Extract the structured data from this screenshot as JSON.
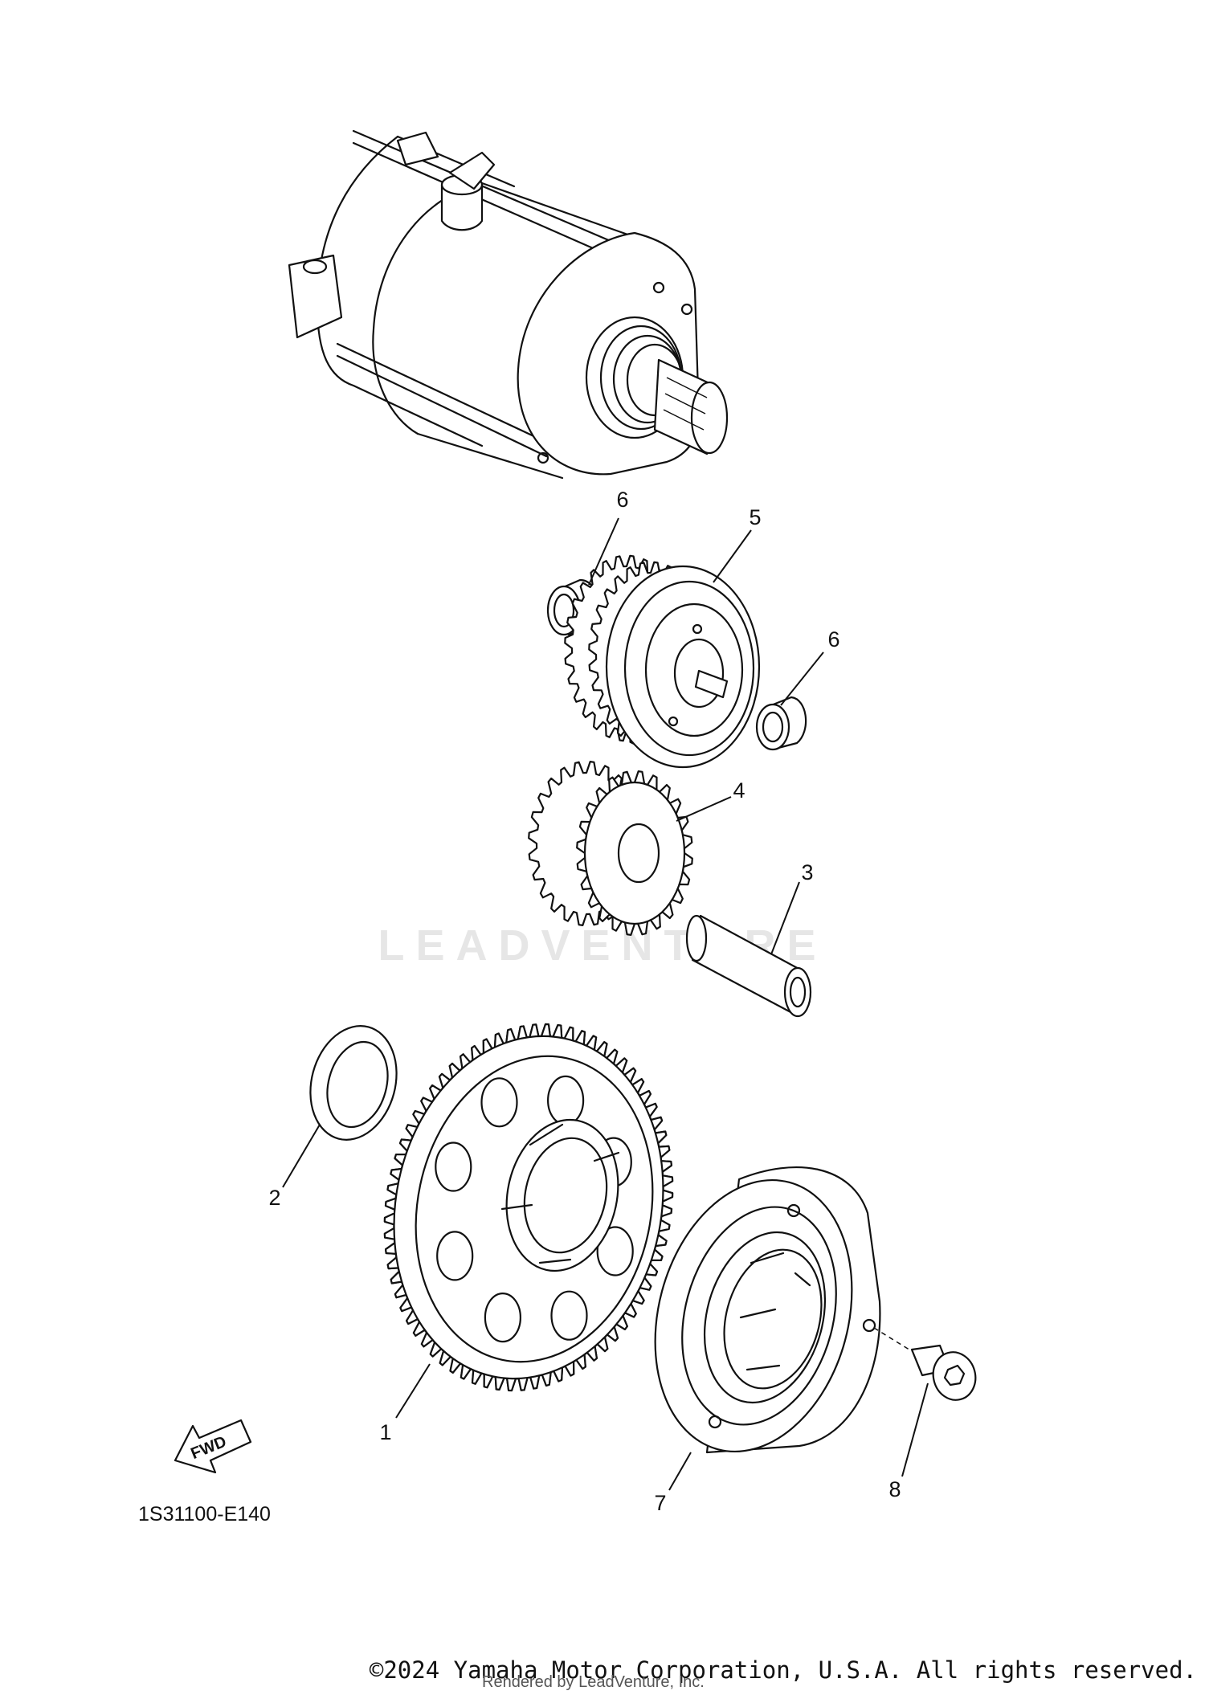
{
  "diagram": {
    "drawing_code": "1S31100-E140",
    "fwd_label": "FWD",
    "watermark": "LEADVENTURE",
    "callouts": {
      "p1": "1",
      "p2": "2",
      "p3": "3",
      "p4": "4",
      "p5": "5",
      "p6a": "6",
      "p6b": "6",
      "p7": "7",
      "p8": "8"
    }
  },
  "footer": {
    "copyright": "©2024 Yamaha Motor Corporation, U.S.A. All rights reserved.",
    "rendered_by": "Rendered by LeadVenture, Inc."
  }
}
